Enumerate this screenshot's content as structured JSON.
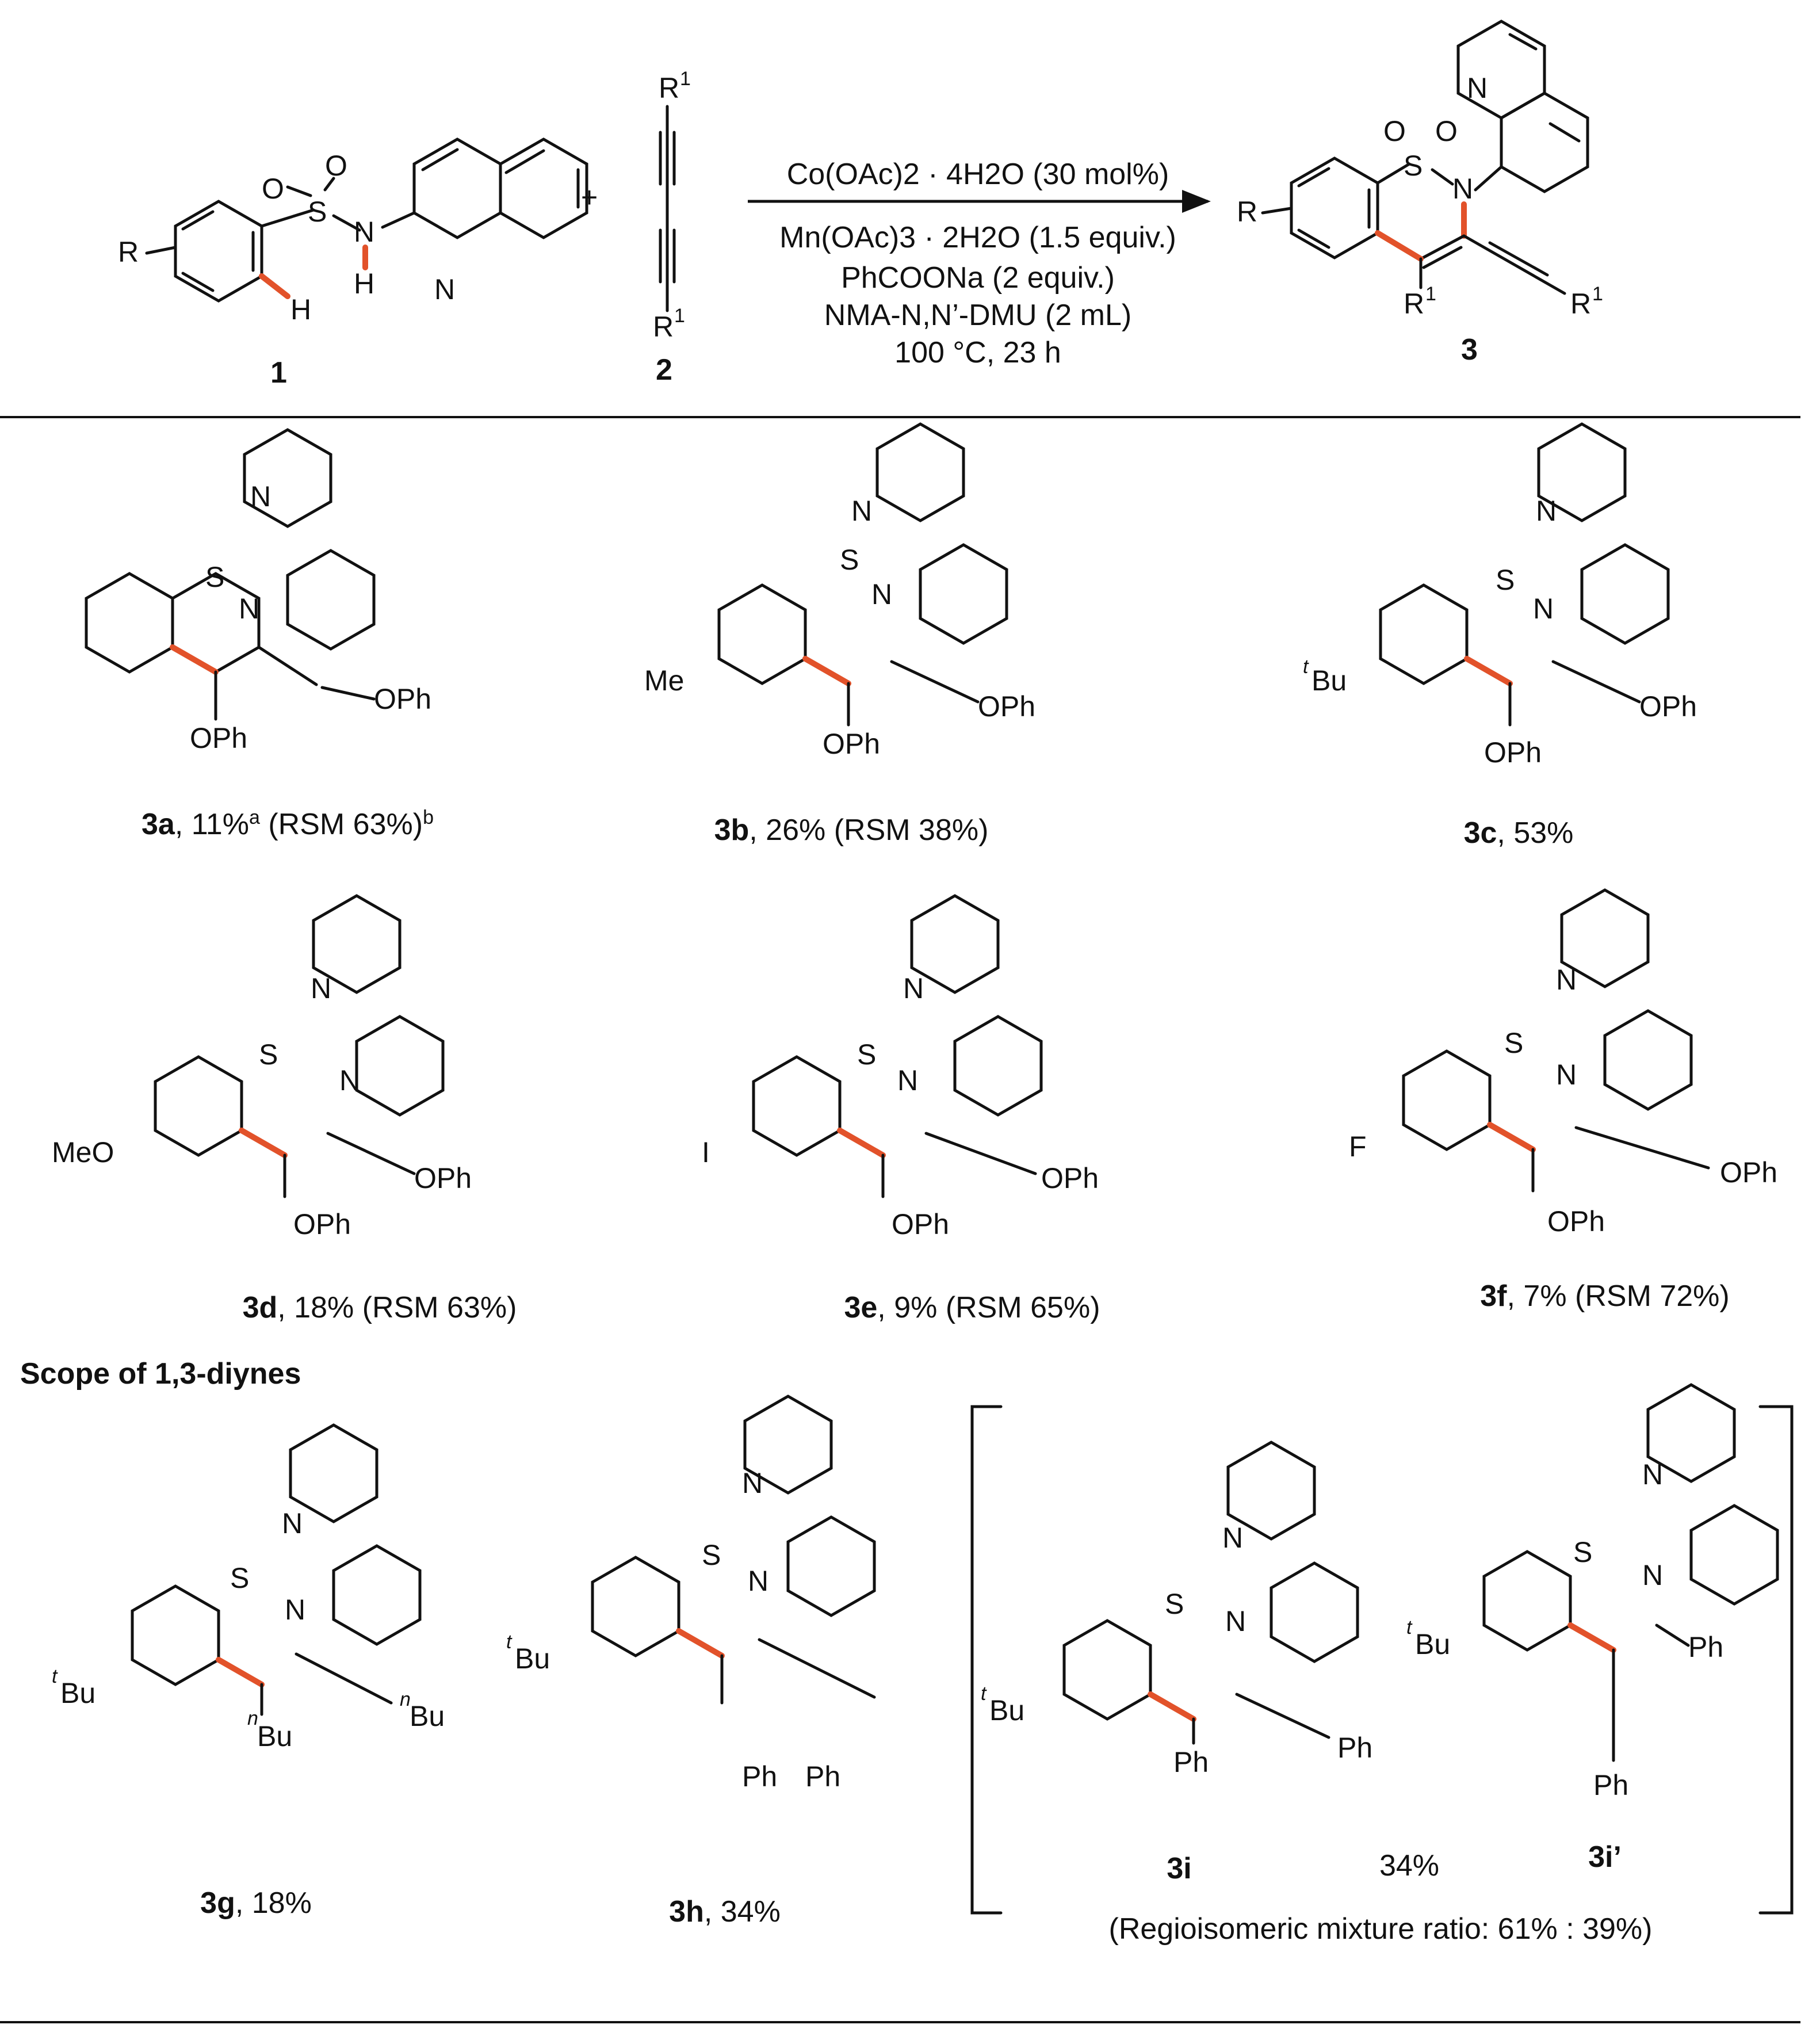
{
  "scheme": {
    "reactant1": {
      "number": "1",
      "r_group": "R",
      "nh_label": "N",
      "h_label": "H",
      "ch_label": "H"
    },
    "plus": "+",
    "reactant2": {
      "number": "2",
      "r_top": "R",
      "r_top_sup": "1",
      "r_bottom": "R",
      "r_bottom_sup": "1"
    },
    "conditions": [
      "Co(OAc)2 · 4H2O (30 mol%)",
      "Mn(OAc)3 · 2H2O (1.5 equiv.)",
      "PhCOONa (2 equiv.)",
      "NMA-N,N’-DMU (2 mL)",
      "100 °C, 23 h"
    ],
    "product": {
      "number": "3",
      "r_group": "R",
      "r1_sup": "1"
    }
  },
  "atoms": {
    "sulfur": "S",
    "oxygen": "O",
    "nitrogen": "N"
  },
  "substituents": {
    "OPh": "OPh",
    "Me": "Me",
    "tBu_prefix": "t",
    "tBu": "Bu",
    "MeO": "MeO",
    "I": "I",
    "F": "F",
    "nBu_prefix": "n",
    "nBu": "Bu",
    "Ph": "Ph"
  },
  "compounds": [
    {
      "id": "3a",
      "yield": "11%",
      "yield_sup": "a",
      "rsm": "(RSM 63%)",
      "rsm_sup": "b"
    },
    {
      "id": "3b",
      "yield": "26%",
      "rsm": "(RSM 38%)"
    },
    {
      "id": "3c",
      "yield": "53%"
    },
    {
      "id": "3d",
      "yield": "18%",
      "rsm": "(RSM 63%)"
    },
    {
      "id": "3e",
      "yield": "9%",
      "rsm": "(RSM 65%)"
    },
    {
      "id": "3f",
      "yield": "7%",
      "rsm": "(RSM 72%)"
    },
    {
      "id": "3g",
      "yield": "18%"
    },
    {
      "id": "3h",
      "yield": "34%"
    },
    {
      "id": "3i",
      "yield": ""
    },
    {
      "id": "3i’",
      "yield": ""
    }
  ],
  "section_title": "Scope of 1,3-diynes",
  "mixture": {
    "yield": "34%",
    "ratio_note": "(Regioisomeric mixture ratio: 61% : 39%)"
  },
  "colors": {
    "highlight": "#e2522a",
    "ink": "#111111"
  }
}
